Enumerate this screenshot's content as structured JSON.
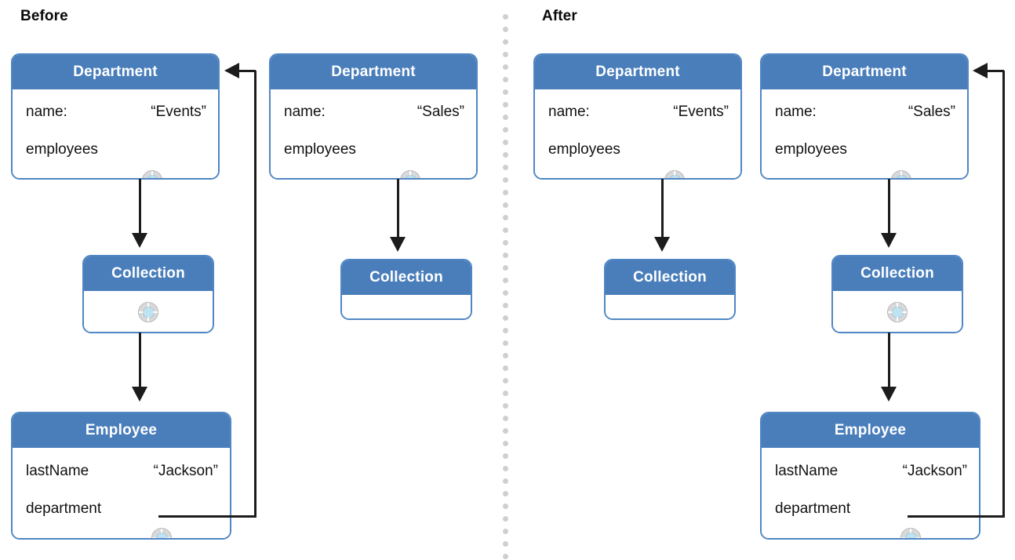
{
  "diagram": {
    "title_before": "Before",
    "title_after": "After",
    "divider_color": "#cfcfcf",
    "accent_color": "#4a7ebb",
    "border_color": "#5086c4",
    "line_color": "#1c1c1c",
    "socket_icon": "relationship-socket-icon"
  },
  "labels": {
    "department": "Department",
    "collection": "Collection",
    "employee": "Employee",
    "name_key": "name:",
    "employees_key": "employees",
    "lastname_key": "lastName",
    "department_key": "department"
  },
  "values": {
    "events": "“Events”",
    "sales": "“Sales”",
    "jackson": "“Jackson”"
  },
  "before": {
    "events_department": {
      "title": "Department",
      "rows": [
        {
          "key": "name:",
          "value": "“Events”",
          "has_socket": false
        },
        {
          "key": "employees",
          "value": "",
          "has_socket": true
        }
      ]
    },
    "events_collection": {
      "title": "Collection",
      "has_socket": true
    },
    "employee": {
      "title": "Employee",
      "rows": [
        {
          "key": "lastName",
          "value": "“Jackson”",
          "has_socket": false
        },
        {
          "key": "department",
          "value": "",
          "has_socket": true
        }
      ]
    },
    "sales_department": {
      "title": "Department",
      "rows": [
        {
          "key": "name:",
          "value": "“Sales”",
          "has_socket": false
        },
        {
          "key": "employees",
          "value": "",
          "has_socket": true
        }
      ]
    },
    "sales_collection": {
      "title": "Collection",
      "has_socket": false
    }
  },
  "after": {
    "events_department": {
      "title": "Department",
      "rows": [
        {
          "key": "name:",
          "value": "“Events”",
          "has_socket": false
        },
        {
          "key": "employees",
          "value": "",
          "has_socket": true
        }
      ]
    },
    "events_collection": {
      "title": "Collection",
      "has_socket": false
    },
    "sales_department": {
      "title": "Department",
      "rows": [
        {
          "key": "name:",
          "value": "“Sales”",
          "has_socket": false
        },
        {
          "key": "employees",
          "value": "",
          "has_socket": true
        }
      ]
    },
    "sales_collection": {
      "title": "Collection",
      "has_socket": true
    },
    "employee": {
      "title": "Employee",
      "rows": [
        {
          "key": "lastName",
          "value": "“Jackson”",
          "has_socket": false
        },
        {
          "key": "department",
          "value": "",
          "has_socket": true
        }
      ]
    }
  }
}
